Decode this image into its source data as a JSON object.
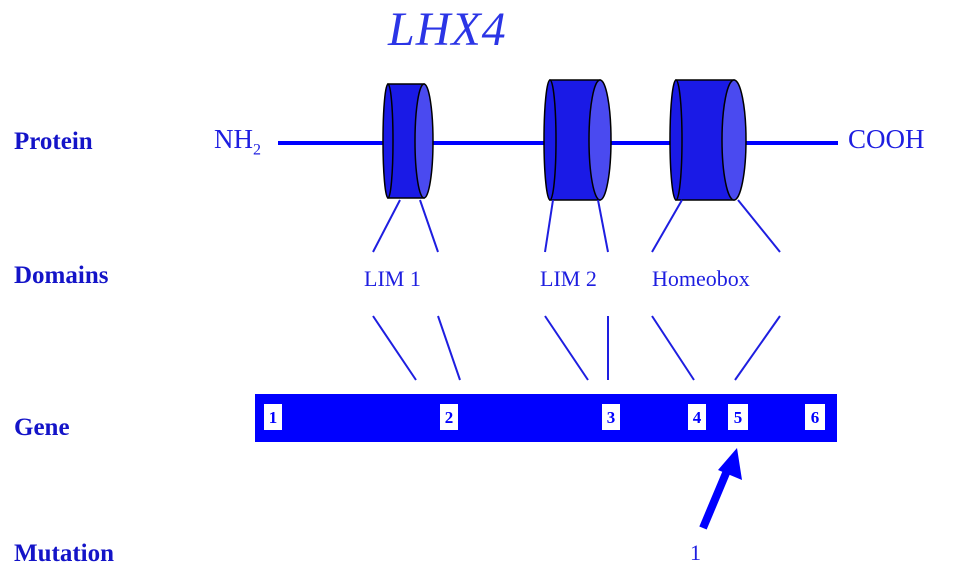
{
  "title": "LHX4",
  "row_labels": {
    "protein": "Protein",
    "domains": "Domains",
    "gene": "Gene",
    "mutation": "Mutation"
  },
  "protein": {
    "n_terminus": "NH",
    "n_terminus_sub": "2",
    "c_terminus": "COOH"
  },
  "domains": [
    "LIM 1",
    "LIM 2",
    "Homeobox"
  ],
  "exons": [
    "1",
    "2",
    "3",
    "4",
    "5",
    "6"
  ],
  "mutation": {
    "label": "1"
  },
  "colors": {
    "primary_blue": "#0000ff",
    "cylinder_fill": "#1a1ae6",
    "cylinder_face": "#4a4af0",
    "text_blue": "#1414c8",
    "title_blue": "#2b35e6"
  }
}
